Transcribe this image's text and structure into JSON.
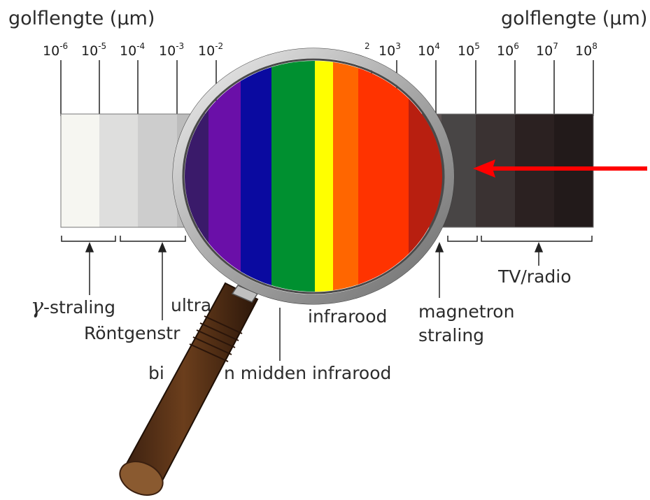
{
  "axis": {
    "title_left": "golflengte (μm)",
    "title_right": "golflengte (μm)",
    "ticks": [
      {
        "base": "10",
        "exp": "-6"
      },
      {
        "base": "10",
        "exp": "-5"
      },
      {
        "base": "10",
        "exp": "-4"
      },
      {
        "base": "10",
        "exp": "-3"
      },
      {
        "base": "10",
        "exp": "-2"
      },
      {
        "base": "",
        "exp": "2"
      },
      {
        "base": "10",
        "exp": "3"
      },
      {
        "base": "10",
        "exp": "4"
      },
      {
        "base": "10",
        "exp": "5"
      },
      {
        "base": "10",
        "exp": "6"
      },
      {
        "base": "10",
        "exp": "7"
      },
      {
        "base": "10",
        "exp": "8"
      }
    ]
  },
  "spectrum": {
    "gray_bands": [
      "#f6f6f1",
      "#dededd",
      "#cdcdcd",
      "#bcbcbc",
      "#5c5252",
      "#484545",
      "#3a3232",
      "#2b2121",
      "#221a1a"
    ],
    "lens_bands": [
      "#3a1a6a",
      "#6a0fa8",
      "#0a0aa0",
      "#009030",
      "#ffff00",
      "#ff6600",
      "#ff3300",
      "#b81f10"
    ]
  },
  "labels": {
    "gamma_symbol": "γ",
    "gamma": "-straling",
    "rontgen": "Röntgenstr",
    "ultra": "ultra",
    "infrarood": "infrarood",
    "bijna": "bi",
    "midden": "n midden infrarood",
    "magnetron_line1": "magnetron",
    "magnetron_line2": "straling",
    "tv_radio": "TV/radio"
  },
  "colors": {
    "pointer_arrow": "#ff0000",
    "handle": "#5a3418",
    "handle_end": "#8a5a30",
    "lens_rim": "#c8c8c8"
  }
}
